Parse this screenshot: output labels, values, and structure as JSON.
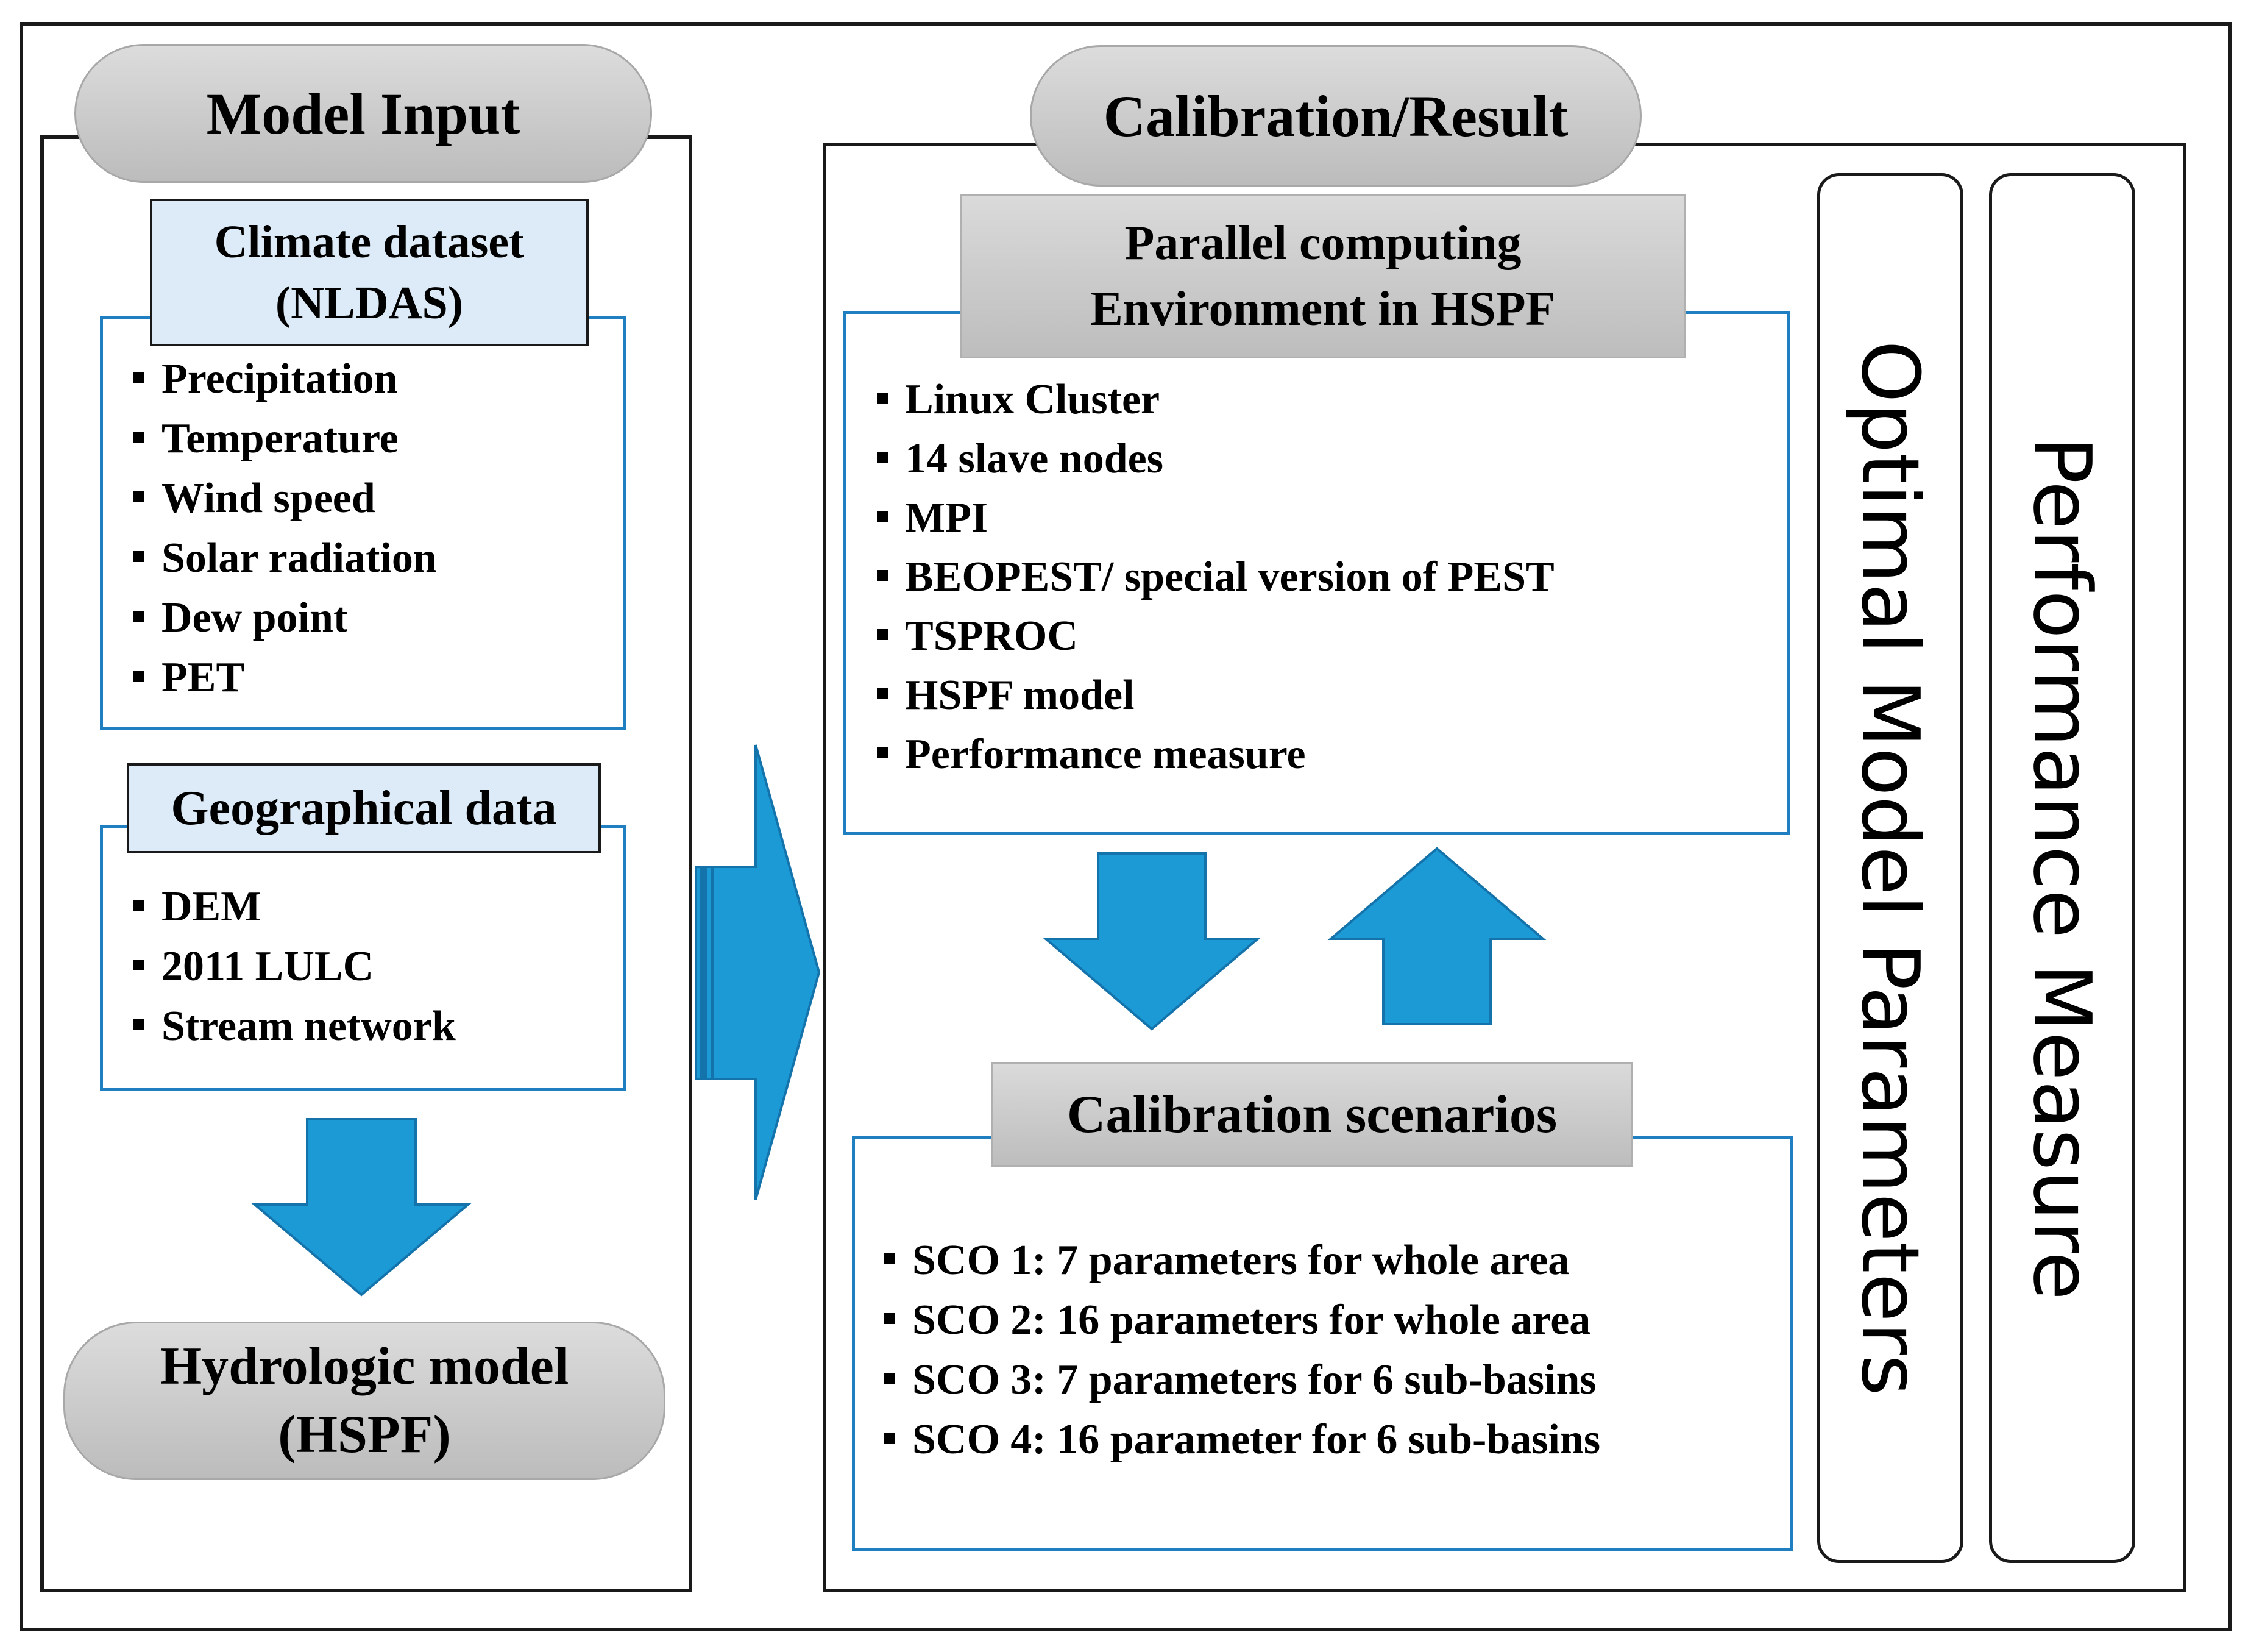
{
  "model_input": {
    "title": "Model Input",
    "climate": {
      "header": "Climate dataset (NLDAS)",
      "items": [
        "Precipitation",
        "Temperature",
        "Wind speed",
        "Solar radiation",
        "Dew point",
        "PET"
      ]
    },
    "geo": {
      "header": "Geographical data",
      "items": [
        "DEM",
        "2011 LULC",
        "Stream network"
      ]
    },
    "model": "Hydrologic model (HSPF)"
  },
  "calibration": {
    "title": "Calibration/Result",
    "parallel": {
      "header": "Parallel computing Environment in HSPF",
      "items": [
        "Linux Cluster",
        "14 slave nodes",
        "MPI",
        "BEOPEST/ special version of PEST",
        "TSPROC",
        "HSPF model",
        "Performance measure"
      ]
    },
    "scenarios": {
      "header": "Calibration scenarios",
      "items": [
        "SCO 1: 7 parameters for whole area",
        "SCO 2: 16 parameters for whole area",
        "SCO 3: 7 parameters for 6 sub-basins",
        "SCO 4: 16 parameter for 6 sub-basins"
      ]
    },
    "side_panels": [
      "Optimal Model Parameters",
      "Performance Measure"
    ]
  },
  "colors": {
    "arrow": "#1b9ad6",
    "box_border": "#1f7fc0",
    "header_fill": "#dcebf7"
  }
}
